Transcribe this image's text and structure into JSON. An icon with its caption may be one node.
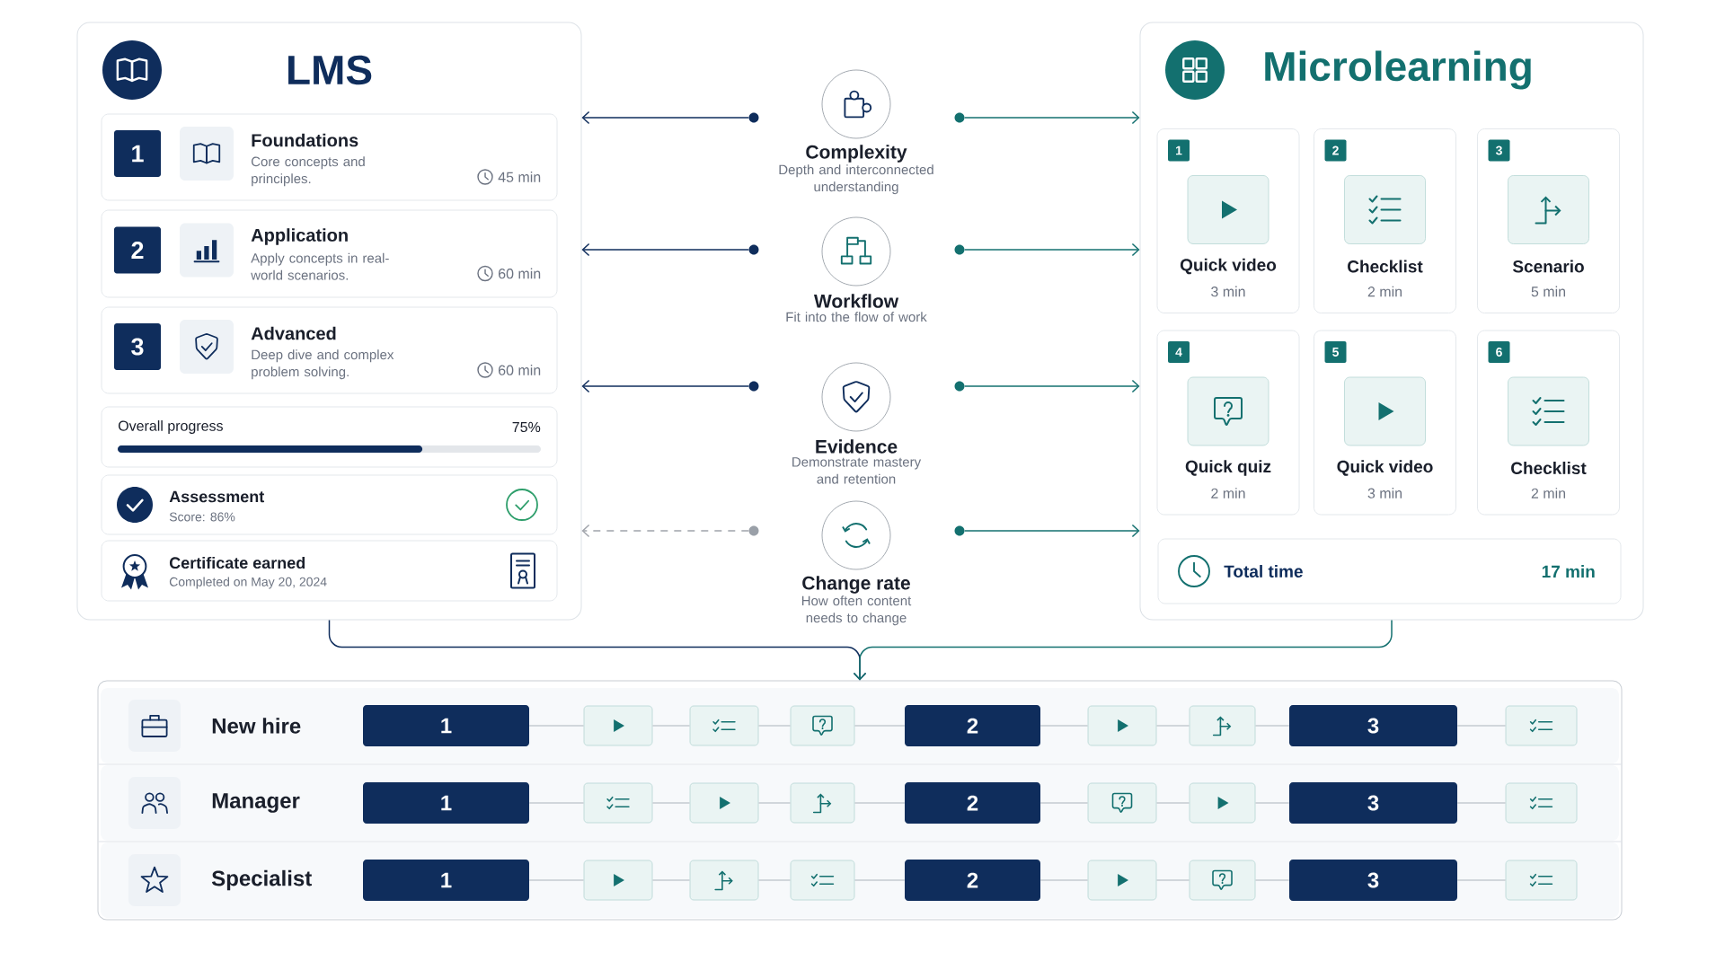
{
  "diagram": {
    "nodes": [
      {
        "text": [
          "LMS"
        ]
      },
      {
        "text": [
          "1",
          "Foundations",
          "Core concepts and principles.",
          "45 min"
        ],
        "in": 0
      },
      {
        "text": [
          "2",
          "Application",
          "Apply concepts in real-world scenarios.",
          "60 min"
        ],
        "in": 0
      },
      {
        "text": [
          "3",
          "Advanced",
          "Deep dive and complex problem solving.",
          "60 min"
        ],
        "in": 0
      },
      {
        "text": [
          "Overall progress",
          "75%"
        ],
        "in": 0
      },
      {
        "text": [
          "Assessment",
          "Score: 86%"
        ],
        "in": 0
      },
      {
        "text": [
          "Certificate earned",
          "Completed on May 20, 2024"
        ],
        "in": 0
      },
      {
        "text": [
          "Complexity",
          "Depth and interconnected understanding"
        ]
      },
      {
        "text": [
          "Workflow",
          "Fit into the flow of work"
        ]
      },
      {
        "text": [
          "Evidence",
          "Demonstrate mastery and retention"
        ]
      },
      {
        "text": [
          "Change rate",
          "How often content needs to change"
        ]
      },
      {
        "text": [
          "Microlearning"
        ]
      },
      {
        "text": [
          "1",
          "Quick video",
          "3 min"
        ],
        "in": 11
      },
      {
        "text": [
          "2",
          "Checklist",
          "2 min"
        ],
        "in": 11
      },
      {
        "text": [
          "3",
          "Scenario",
          "5 min"
        ],
        "in": 11
      },
      {
        "text": [
          "4",
          "Quick quiz",
          "2 min"
        ],
        "in": 11
      },
      {
        "text": [
          "5",
          "Quick video",
          "3 min"
        ],
        "in": 11
      },
      {
        "text": [
          "6",
          "Checklist",
          "2 min"
        ],
        "in": 11
      },
      {
        "text": [
          "Total time",
          "17 min"
        ],
        "in": 11
      },
      {
        "text": [],
        "shape": "box"
      },
      {
        "text": [
          "New hire"
        ],
        "in": 19
      },
      {
        "text": [
          "1"
        ],
        "in": 20
      },
      {
        "text": [],
        "shape": "play",
        "in": 20
      },
      {
        "text": [],
        "shape": "checklist",
        "in": 20
      },
      {
        "text": [],
        "shape": "bubble",
        "in": 20
      },
      {
        "text": [
          "2"
        ],
        "in": 20
      },
      {
        "text": [],
        "shape": "play",
        "in": 20
      },
      {
        "text": [],
        "shape": "fork",
        "in": 20
      },
      {
        "text": [
          "3"
        ],
        "in": 20
      },
      {
        "text": [],
        "shape": "checklist",
        "in": 20
      },
      {
        "text": [
          "Manager"
        ],
        "in": 19
      },
      {
        "text": [
          "1"
        ],
        "in": 30
      },
      {
        "text": [],
        "shape": "checklist",
        "in": 30
      },
      {
        "text": [],
        "shape": "play",
        "in": 30
      },
      {
        "text": [],
        "shape": "fork",
        "in": 30
      },
      {
        "text": [
          "2"
        ],
        "in": 30
      },
      {
        "text": [],
        "shape": "bubble",
        "in": 30
      },
      {
        "text": [],
        "shape": "play",
        "in": 30
      },
      {
        "text": [
          "3"
        ],
        "in": 30
      },
      {
        "text": [],
        "shape": "checklist",
        "in": 30
      },
      {
        "text": [
          "Specialist"
        ],
        "in": 19
      },
      {
        "text": [
          "1"
        ],
        "in": 40
      },
      {
        "text": [],
        "shape": "play",
        "in": 40
      },
      {
        "text": [],
        "shape": "fork",
        "in": 40
      },
      {
        "text": [],
        "shape": "checklist",
        "in": 40
      },
      {
        "text": [
          "2"
        ],
        "in": 40
      },
      {
        "text": [],
        "shape": "play",
        "in": 40
      },
      {
        "text": [],
        "shape": "bubble",
        "in": 40
      },
      {
        "text": [
          "3"
        ],
        "in": 40
      },
      {
        "text": [],
        "shape": "checklist",
        "in": 40
      },
      {
        "text": [],
        "shape": "circle"
      },
      {
        "text": [],
        "shape": "circle"
      },
      {
        "text": [],
        "shape": "circle"
      },
      {
        "text": [],
        "shape": "circle"
      },
      {
        "text": [],
        "shape": "circle"
      },
      {
        "text": [],
        "shape": "circle"
      },
      {
        "text": [],
        "shape": "circle"
      },
      {
        "text": [],
        "shape": "circle"
      }
    ],
    "edges": [
      {
        "from": 50,
        "to": 0,
        "arrow": "to",
        "color": "#0f2d5c"
      },
      {
        "from": 51,
        "to": 11,
        "arrow": "to",
        "color": "#13706f"
      },
      {
        "from": 52,
        "to": 0,
        "arrow": "to",
        "color": "#0f2d5c"
      },
      {
        "from": 53,
        "to": 11,
        "arrow": "to",
        "color": "#13706f"
      },
      {
        "from": 54,
        "to": 0,
        "arrow": "to",
        "color": "#0f2d5c"
      },
      {
        "from": 55,
        "to": 11,
        "arrow": "to",
        "color": "#13706f"
      },
      {
        "from": 56,
        "to": 0,
        "arrow": "to",
        "style": "dashed",
        "color": "#a0a4ab"
      },
      {
        "from": 57,
        "to": 11,
        "arrow": "to",
        "color": "#13706f"
      },
      {
        "from": 0,
        "to": 19,
        "arrow": "to",
        "color": "#0f2d5c"
      },
      {
        "from": 11,
        "to": 19,
        "arrow": "to",
        "color": "#13706f"
      },
      {
        "from": 21,
        "to": 22,
        "arrow": "none"
      },
      {
        "from": 22,
        "to": 23,
        "arrow": "none"
      },
      {
        "from": 23,
        "to": 24,
        "arrow": "none"
      },
      {
        "from": 24,
        "to": 25,
        "arrow": "none"
      },
      {
        "from": 25,
        "to": 26,
        "arrow": "none"
      },
      {
        "from": 26,
        "to": 27,
        "arrow": "none"
      },
      {
        "from": 27,
        "to": 28,
        "arrow": "none"
      },
      {
        "from": 28,
        "to": 29,
        "arrow": "none"
      },
      {
        "from": 31,
        "to": 32,
        "arrow": "none"
      },
      {
        "from": 32,
        "to": 33,
        "arrow": "none"
      },
      {
        "from": 33,
        "to": 34,
        "arrow": "none"
      },
      {
        "from": 34,
        "to": 35,
        "arrow": "none"
      },
      {
        "from": 35,
        "to": 36,
        "arrow": "none"
      },
      {
        "from": 36,
        "to": 37,
        "arrow": "none"
      },
      {
        "from": 37,
        "to": 38,
        "arrow": "none"
      },
      {
        "from": 38,
        "to": 39,
        "arrow": "none"
      },
      {
        "from": 41,
        "to": 42,
        "arrow": "none"
      },
      {
        "from": 42,
        "to": 43,
        "arrow": "none"
      },
      {
        "from": 43,
        "to": 44,
        "arrow": "none"
      },
      {
        "from": 44,
        "to": 45,
        "arrow": "none"
      },
      {
        "from": 45,
        "to": 46,
        "arrow": "none"
      },
      {
        "from": 46,
        "to": 47,
        "arrow": "none"
      },
      {
        "from": 47,
        "to": 48,
        "arrow": "none"
      },
      {
        "from": 48,
        "to": 49,
        "arrow": "none"
      }
    ]
  }
}
